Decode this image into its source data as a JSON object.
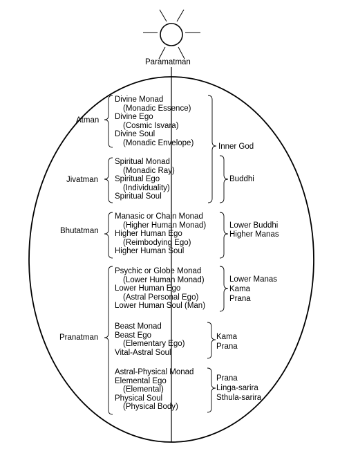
{
  "top_label": "Paramatman",
  "groups": [
    {
      "name": "Atman",
      "lines": [
        {
          "text": "Divine Monad",
          "indent": false
        },
        {
          "text": "(Monadic Essence)",
          "indent": true
        },
        {
          "text": "Divine Ego",
          "indent": false
        },
        {
          "text": "(Cosmic Isvara)",
          "indent": true
        },
        {
          "text": "Divine Soul",
          "indent": false
        },
        {
          "text": "(Monadic Envelope)",
          "indent": true
        }
      ]
    },
    {
      "name": "Jivatman",
      "lines": [
        {
          "text": "Spiritual Monad",
          "indent": false
        },
        {
          "text": "(Monadic Ray)",
          "indent": true
        },
        {
          "text": "Spiritual Ego",
          "indent": false
        },
        {
          "text": "(Individuality)",
          "indent": true
        },
        {
          "text": "Spiritual Soul",
          "indent": false
        }
      ]
    },
    {
      "name": "Bhutatman",
      "lines": [
        {
          "text": "Manasic or Chain Monad",
          "indent": false
        },
        {
          "text": "(Higher Human Monad)",
          "indent": true
        },
        {
          "text": "Higher Human Ego",
          "indent": false
        },
        {
          "text": "(Reimbodying Ego)",
          "indent": true
        },
        {
          "text": "Higher Human Soul",
          "indent": false
        }
      ]
    },
    {
      "name": "Pranatman",
      "subgroups": [
        {
          "lines": [
            {
              "text": "Psychic or Globe Monad",
              "indent": false
            },
            {
              "text": "(Lower Human Monad)",
              "indent": true
            },
            {
              "text": "Lower Human Ego",
              "indent": false
            },
            {
              "text": "(Astral Personal Ego)",
              "indent": true
            },
            {
              "text": "Lower Human Soul (Man)",
              "indent": false
            }
          ]
        },
        {
          "lines": [
            {
              "text": "Beast Monad",
              "indent": false
            },
            {
              "text": "Beast Ego",
              "indent": false
            },
            {
              "text": "(Elementary Ego)",
              "indent": true
            },
            {
              "text": "Vital-Astral Soul",
              "indent": false
            }
          ]
        },
        {
          "lines": [
            {
              "text": "Astral-Physical Monad",
              "indent": false
            },
            {
              "text": "Elemental Ego",
              "indent": false
            },
            {
              "text": "(Elemental)",
              "indent": true
            },
            {
              "text": "Physical Soul",
              "indent": false
            },
            {
              "text": "(Physical Body)",
              "indent": true
            }
          ]
        }
      ]
    }
  ],
  "right_labels": [
    {
      "lines": [
        "Inner God"
      ]
    },
    {
      "lines": [
        "Buddhi"
      ]
    },
    {
      "lines": [
        "Lower Buddhi",
        "Higher Manas"
      ]
    },
    {
      "lines": [
        "Lower Manas",
        "Kama",
        "Prana"
      ]
    },
    {
      "lines": [
        "Kama",
        "Prana"
      ]
    },
    {
      "lines": [
        "Prana",
        "Linga-sarira",
        "Sthula-sarira"
      ]
    }
  ]
}
